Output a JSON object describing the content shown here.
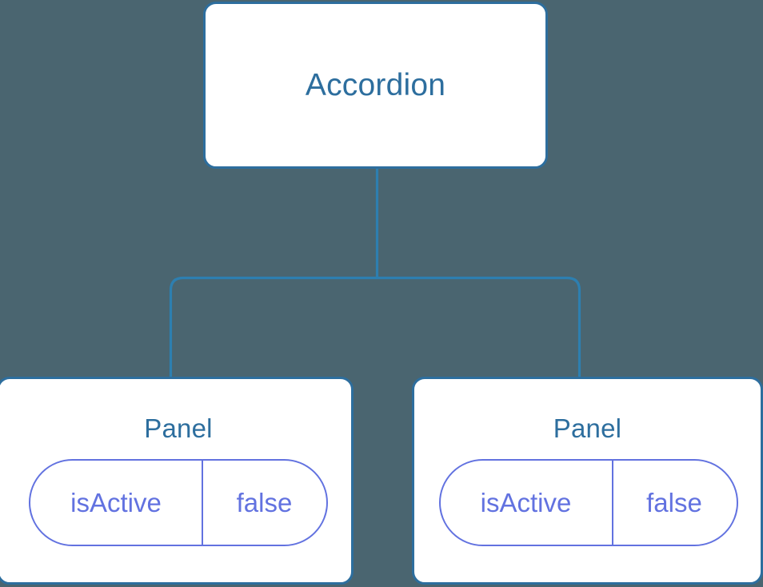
{
  "canvas": {
    "background_color": "#4a6570",
    "node_border_color": "#2d6e9e",
    "node_title_color": "#2d6e9e",
    "node_fill_color": "#ffffff",
    "edge_color": "#2d7fb0",
    "pill_color": "#6272e0"
  },
  "tree": {
    "root": {
      "title": "Accordion"
    },
    "children": [
      {
        "title": "Panel",
        "props": [
          {
            "key": "isActive",
            "value": "false"
          }
        ]
      },
      {
        "title": "Panel",
        "props": [
          {
            "key": "isActive",
            "value": "false"
          }
        ]
      }
    ]
  }
}
